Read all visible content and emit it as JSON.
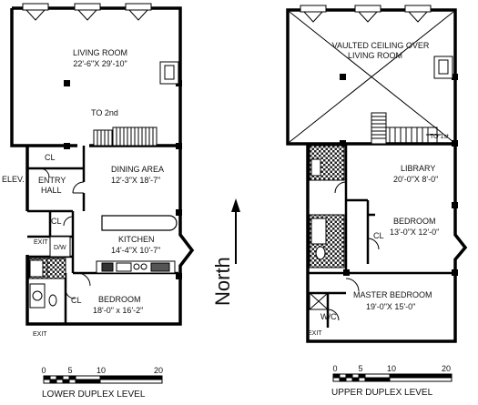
{
  "lower": {
    "rooms": {
      "living_name": "LIVING ROOM",
      "living_dim": "22'-6\"X 29'-10\"",
      "stairs": "TO 2nd",
      "dining_name": "DINING AREA",
      "dining_dim": "12'-3\"X 18'-7\"",
      "kitchen_name": "KITCHEN",
      "kitchen_dim": "14'-4\"X 10'-7\"",
      "bedroom_name": "BEDROOM",
      "bedroom_dim": "18'-0\" x 16'-2\"",
      "entry_line1": "ENTRY",
      "entry_line2": "HALL",
      "elev": "ELEV.",
      "cl1": "CL",
      "cl2": "CL",
      "cl3": "CL",
      "dw": "D/W",
      "exit1": "EXIT",
      "exit2": "EXIT"
    },
    "scale": {
      "t0": "0",
      "t5": "5",
      "t10": "10",
      "t20": "20",
      "title": "LOWER DUPLEX LEVEL"
    }
  },
  "upper": {
    "rooms": {
      "vault_line1": "VAULTED CEILING OVER",
      "vault_line2": "LIVING ROOM",
      "to1st": "TO 1st",
      "library_name": "LIBRARY",
      "library_dim": "20'-0\"X 8'-0\"",
      "bedroom_name": "BEDROOM",
      "bedroom_dim": "13'-0\"X 12'-0\"",
      "cl": "CL",
      "master_name": "MASTER BEDROOM",
      "master_dim": "19'-0\"X 15'-0\"",
      "wc": "W/C",
      "exit": "EXIT"
    },
    "scale": {
      "t0": "0",
      "t5": "5",
      "t10": "10",
      "t20": "20",
      "title": "UPPER DUPLEX LEVEL"
    }
  },
  "compass": {
    "label": "North"
  }
}
